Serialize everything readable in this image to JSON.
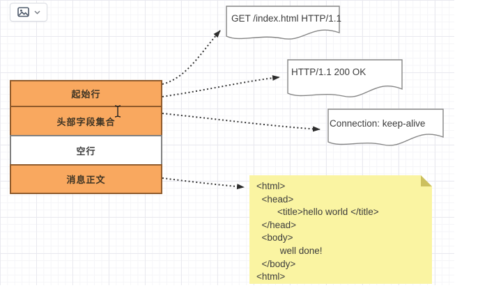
{
  "app": {
    "toolbar": {
      "image_button": {
        "icon": "image-icon",
        "caret": "chevron-down-icon"
      }
    }
  },
  "diagram": {
    "stack": {
      "items": [
        {
          "label": "起始行",
          "fill": "orange"
        },
        {
          "label": "头部字段集合",
          "fill": "orange"
        },
        {
          "label": "空行",
          "fill": "white"
        },
        {
          "label": "消息正文",
          "fill": "orange"
        }
      ]
    },
    "documents": [
      {
        "label": "GET /index.html HTTP/1.1"
      },
      {
        "label": "HTTP/1.1 200 OK"
      },
      {
        "label": "Connection: keep-alive"
      }
    ],
    "note": {
      "code": "<html>\n  <head>\n        <title>hello world </title>\n  </head>\n  <body>\n         well done!\n  </body>\n<html>"
    },
    "connectors": [
      {
        "from": "起始行",
        "to": "GET /index.html HTTP/1.1",
        "style": "dotted-curve"
      },
      {
        "from": "起始行",
        "to": "HTTP/1.1 200 OK",
        "style": "dotted-curve"
      },
      {
        "from": "头部字段集合",
        "to": "Connection: keep-alive",
        "style": "dotted-curve"
      },
      {
        "from": "消息正文",
        "to": "sticky-note",
        "style": "dotted-curve"
      }
    ]
  },
  "colors": {
    "box_orange_fill": "#f9a85f",
    "box_orange_border": "#8f5a2b",
    "box_white_border": "#7f7f7f",
    "doc_border": "#848484",
    "note_fill": "#faf4a2",
    "note_fold": "#ccc05f",
    "arrow": "#333333",
    "grid_major": "#e9e9ef",
    "grid_minor": "#f5f5f8"
  }
}
